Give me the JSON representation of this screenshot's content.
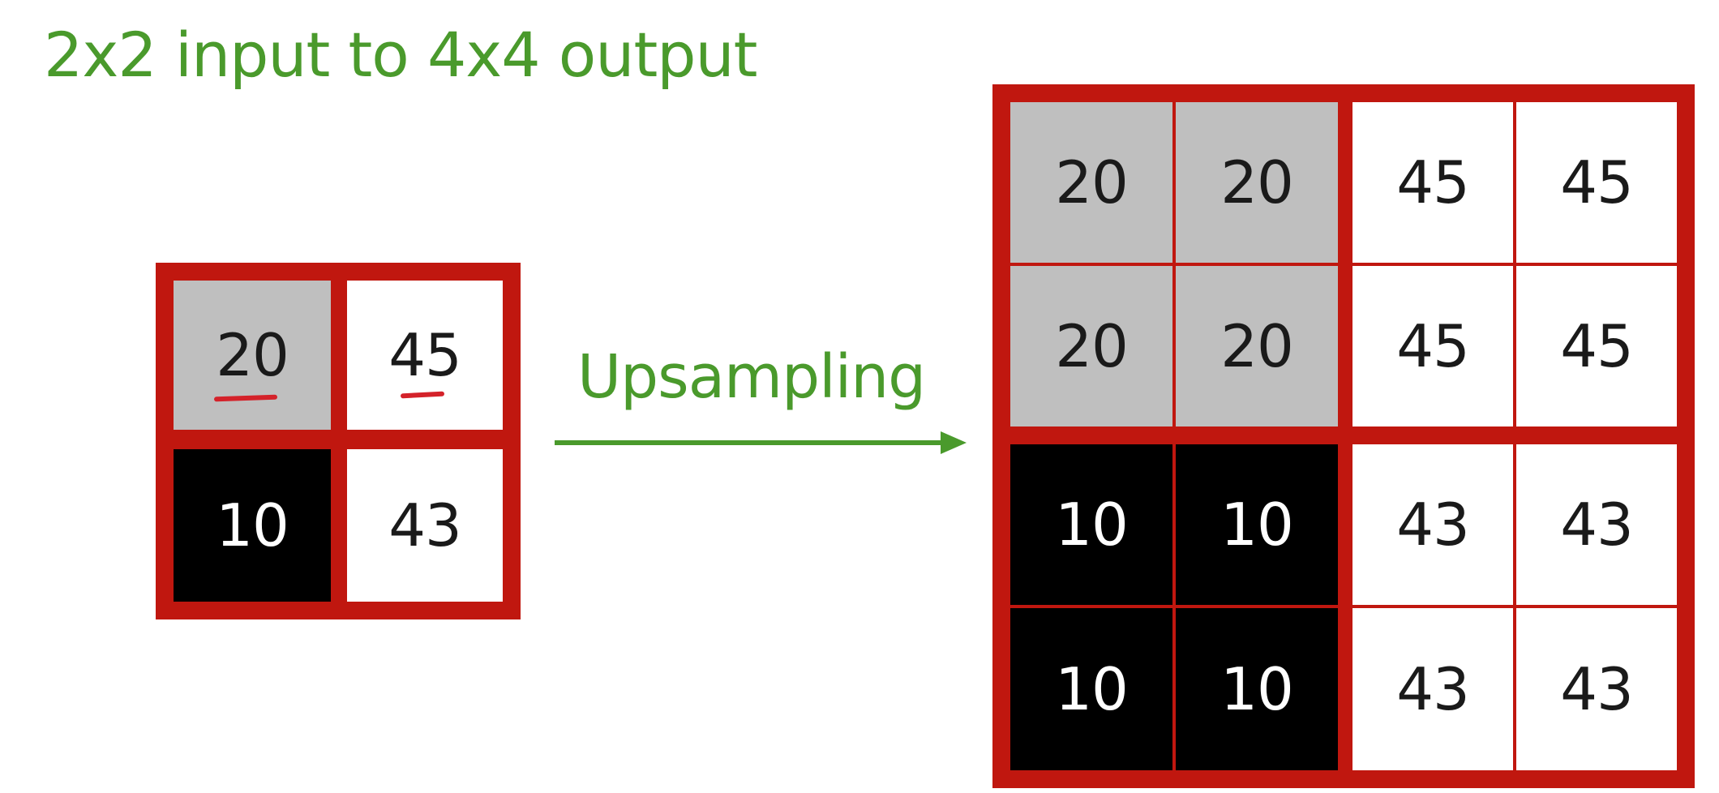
{
  "title": "2x2 input to 4x4 output",
  "arrow_label": "Upsampling",
  "input_grid": [
    [
      "20",
      "45"
    ],
    [
      "10",
      "43"
    ]
  ],
  "output_grid": [
    [
      "20",
      "20",
      "45",
      "45"
    ],
    [
      "20",
      "20",
      "45",
      "45"
    ],
    [
      "10",
      "10",
      "43",
      "43"
    ],
    [
      "10",
      "10",
      "43",
      "43"
    ]
  ],
  "colors": {
    "frame": "#c0170f",
    "gray": "#bfbfbf",
    "black": "#000000",
    "white": "#ffffff",
    "green": "#4a9a2c",
    "underline": "#d4222a"
  }
}
